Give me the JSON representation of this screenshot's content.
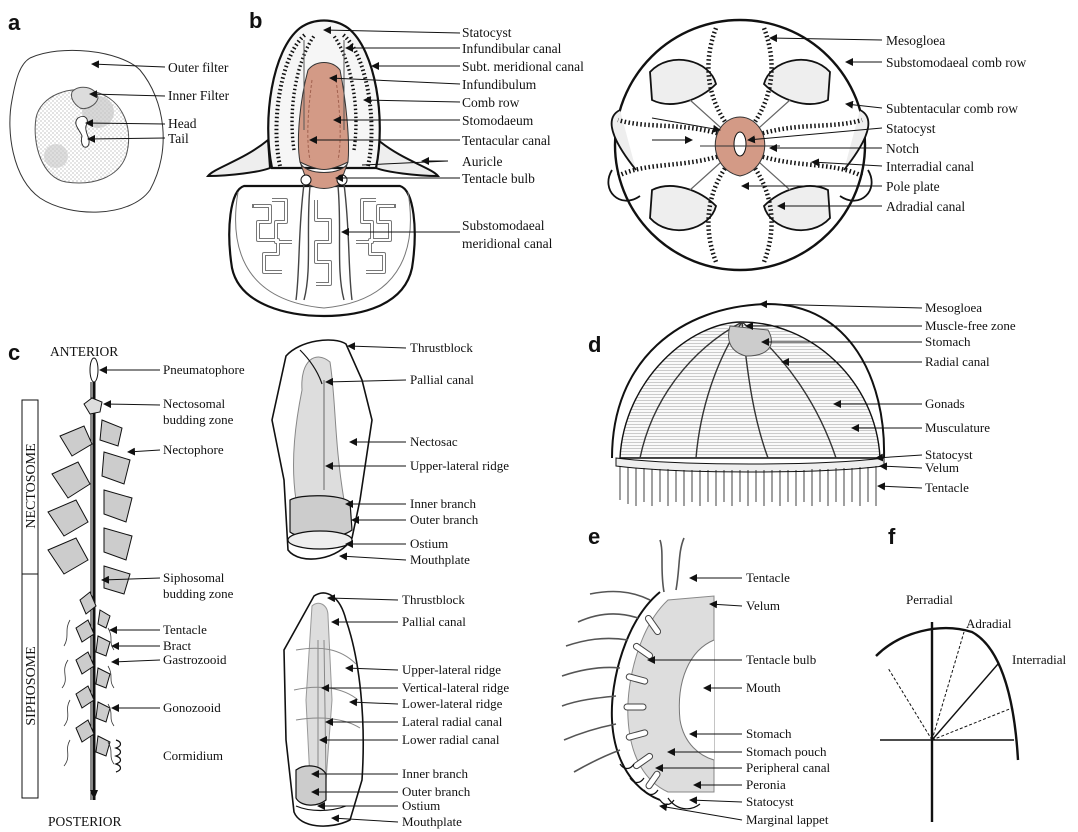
{
  "panels": {
    "a": "a",
    "b": "b",
    "c": "c",
    "d": "d",
    "e": "e",
    "f": "f"
  },
  "a": {
    "labels": [
      "Outer filter",
      "Inner Filter",
      "Head",
      "Tail"
    ]
  },
  "b": {
    "left_labels": [
      "Statocyst",
      "Infundibular canal",
      "Subt. meridional canal",
      "Infundibulum",
      "Comb row",
      "Stomodaeum",
      "Tentacular canal",
      "Auricle",
      "Tentacle bulb",
      "Substomodaeal",
      "meridional canal"
    ],
    "right_labels": [
      "Mesogloea",
      "Substomodaeal comb row",
      "Subtentacular comb row",
      "Statocyst",
      "Notch",
      "Interradial canal",
      "Pole plate",
      "Adradial canal"
    ]
  },
  "c": {
    "anterior": "ANTERIOR",
    "posterior": "POSTERIOR",
    "nectosome": "NECTOSOME",
    "siphosome": "SIPHOSOME",
    "colony_labels": [
      "Pneumatophore",
      "Nectosomal",
      "budding zone",
      "Nectophore",
      "Siphosomal",
      "budding zone",
      "Tentacle",
      "Bract",
      "Gastrozooid",
      "Gonozooid",
      "Cormidium"
    ],
    "top_labels": [
      "Thrustblock",
      "Pallial canal",
      "Nectosac",
      "Upper-lateral ridge",
      "Inner branch",
      "Outer branch",
      "Ostium",
      "Mouthplate"
    ],
    "bottom_labels": [
      "Thrustblock",
      "Pallial canal",
      "Upper-lateral ridge",
      "Vertical-lateral ridge",
      "Lower-lateral ridge",
      "Lateral radial canal",
      "Lower radial canal",
      "Inner branch",
      "Outer branch",
      "Ostium",
      "Mouthplate"
    ]
  },
  "d": {
    "labels": [
      "Mesogloea",
      "Muscle-free zone",
      "Stomach",
      "Radial canal",
      "Gonads",
      "Musculature",
      "Statocyst",
      "Velum",
      "Tentacle"
    ]
  },
  "e": {
    "labels": [
      "Tentacle",
      "Velum",
      "Tentacle bulb",
      "Mouth",
      "Stomach",
      "Stomach pouch",
      "Peripheral canal",
      "Peronia",
      "Statocyst",
      "Marginal lappet"
    ]
  },
  "f": {
    "labels": [
      "Perradial",
      "Adradial",
      "Interradial"
    ]
  }
}
